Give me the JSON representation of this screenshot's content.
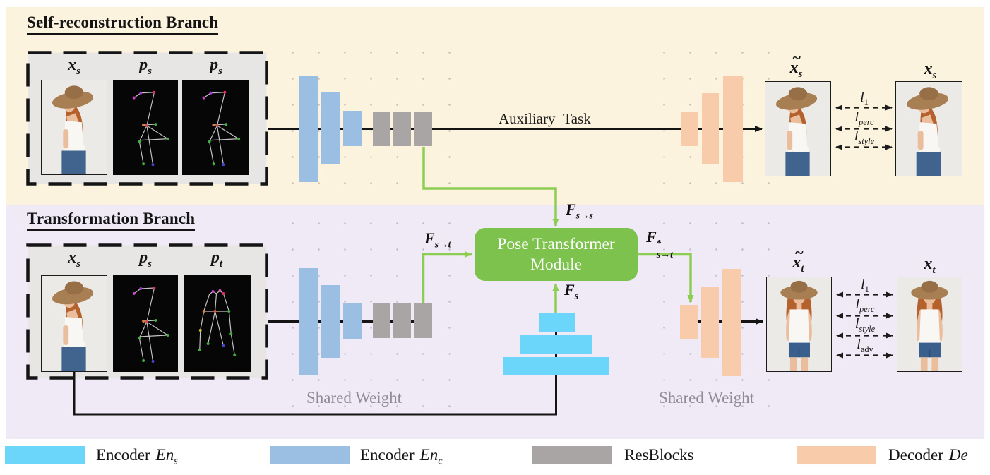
{
  "colors": {
    "background_top": "#FCF3DE",
    "background_bottom": "#EFEAF6",
    "encoder_s": "#6BD6FA",
    "encoder_c": "#9BBEE3",
    "resblocks": "#A9A5A4",
    "decoder": "#F8CBAB",
    "module_green": "#7CC24D",
    "arrow_green": "#8DCE52",
    "line_black": "#141414",
    "input_box_fill": "#E8E6E4",
    "shared_weight_gray": "#8E8C96"
  },
  "top_branch": {
    "title": "Self-reconstruction Branch",
    "input_labels": [
      {
        "base": "x",
        "sub": "s"
      },
      {
        "base": "p",
        "sub": "s"
      },
      {
        "base": "p",
        "sub": "s"
      }
    ],
    "aux_label": "Auxiliary Task",
    "feature_label": {
      "base": "F",
      "sub": "s→s"
    },
    "output_label": {
      "tilde": "~",
      "base": "x",
      "sub": "s"
    },
    "target_label": {
      "base": "x",
      "sub": "s"
    },
    "losses": [
      {
        "base": "l",
        "sub": "1"
      },
      {
        "base": "l",
        "sub": "perc"
      },
      {
        "base": "l",
        "sub": "style"
      }
    ]
  },
  "bottom_branch": {
    "title": "Transformation Branch",
    "input_labels": [
      {
        "base": "x",
        "sub": "s"
      },
      {
        "base": "p",
        "sub": "s"
      },
      {
        "base": "p",
        "sub": "t"
      }
    ],
    "module": {
      "line1": "Pose Transformer",
      "line2": "Module"
    },
    "feature_in_label": {
      "base": "F",
      "sub": "s→t"
    },
    "feature_pose_label": {
      "base": "F",
      "sub": "s"
    },
    "feature_out_label": {
      "base": "F",
      "sup": "*",
      "sub": "s→t"
    },
    "output_label": {
      "tilde": "~",
      "base": "x",
      "sub": "t"
    },
    "target_label": {
      "base": "x",
      "sub": "t"
    },
    "losses": [
      {
        "base": "l",
        "sub": "1"
      },
      {
        "base": "l",
        "sub": "perc"
      },
      {
        "base": "l",
        "sub": "style"
      },
      {
        "base": "l",
        "sub": "adv"
      }
    ],
    "shared_weight_left": "Shared Weight",
    "shared_weight_right": "Shared Weight"
  },
  "legend": {
    "items": [
      {
        "name": "Encoder",
        "math": "En",
        "sub": "s",
        "color": "#6BD6FA"
      },
      {
        "name": "Encoder",
        "math": "En",
        "sub": "c",
        "color": "#9BBEE3"
      },
      {
        "name": "ResBlocks",
        "color": "#A9A5A4"
      },
      {
        "name": "Decoder",
        "math": "De",
        "color": "#F8CBAB"
      }
    ]
  }
}
